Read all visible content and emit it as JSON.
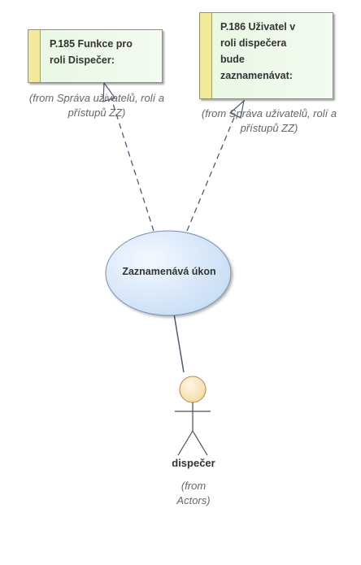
{
  "requirements": [
    {
      "id": "P.185",
      "title_lines": [
        "P.185  Funkce pro",
        "roli Dispečer:"
      ],
      "from_lines": [
        "(from Správa uživatelů, rolí a",
        "přístupů ZZ)"
      ]
    },
    {
      "id": "P.186",
      "title_lines": [
        "P.186  Uživatel v",
        "roli dispečera",
        "bude",
        "zaznamenávat:"
      ],
      "from_lines": [
        "(from Správa uživatelů, rolí a",
        "přístupů ZZ)"
      ]
    }
  ],
  "use_case": {
    "label": "Zaznamenává úkon"
  },
  "actor": {
    "name": "dispečer",
    "from_lines": [
      "(from",
      "Actors)"
    ]
  },
  "colors": {
    "requirement_fill": "#eef8ea",
    "requirement_stripe": "#f2e99a",
    "usecase_fill": "#cfe3f7",
    "actor_head": "#fbe3b6",
    "connector": "#4d5a73",
    "text": "#333333",
    "note_text": "#666666"
  }
}
